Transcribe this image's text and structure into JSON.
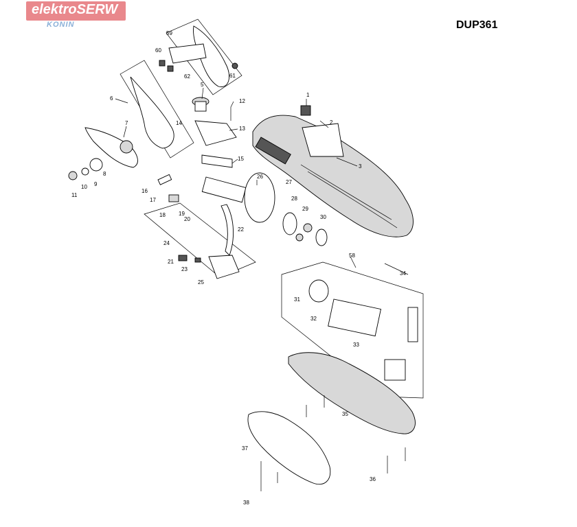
{
  "watermark": {
    "brand": "elektroSERW",
    "city": "KONIN"
  },
  "model": "DUP361",
  "colors": {
    "logo_bg": "#e9888c",
    "logo_sub": "#8ab0d8"
  },
  "parts": [
    {
      "id": "1",
      "label": "1"
    },
    {
      "id": "2",
      "label": "2"
    },
    {
      "id": "3",
      "label": "3"
    },
    {
      "id": "5",
      "label": "5"
    },
    {
      "id": "6",
      "label": "6"
    },
    {
      "id": "7",
      "label": "7"
    },
    {
      "id": "8",
      "label": "8"
    },
    {
      "id": "9",
      "label": "9"
    },
    {
      "id": "10",
      "label": "10"
    },
    {
      "id": "11",
      "label": "11"
    },
    {
      "id": "12",
      "label": "12"
    },
    {
      "id": "13",
      "label": "13"
    },
    {
      "id": "14",
      "label": "14"
    },
    {
      "id": "15",
      "label": "15"
    },
    {
      "id": "16",
      "label": "16"
    },
    {
      "id": "17",
      "label": "17"
    },
    {
      "id": "18",
      "label": "18"
    },
    {
      "id": "19",
      "label": "19"
    },
    {
      "id": "20",
      "label": "20"
    },
    {
      "id": "21",
      "label": "21"
    },
    {
      "id": "22",
      "label": "22"
    },
    {
      "id": "23",
      "label": "23"
    },
    {
      "id": "24",
      "label": "24"
    },
    {
      "id": "25",
      "label": "25"
    },
    {
      "id": "26",
      "label": "26"
    },
    {
      "id": "27",
      "label": "27"
    },
    {
      "id": "28",
      "label": "28"
    },
    {
      "id": "29",
      "label": "29"
    },
    {
      "id": "30",
      "label": "30"
    },
    {
      "id": "31",
      "label": "31"
    },
    {
      "id": "32",
      "label": "32"
    },
    {
      "id": "33",
      "label": "33"
    },
    {
      "id": "34",
      "label": "34"
    },
    {
      "id": "35",
      "label": "35"
    },
    {
      "id": "36",
      "label": "36"
    },
    {
      "id": "37",
      "label": "37"
    },
    {
      "id": "38",
      "label": "38"
    },
    {
      "id": "58",
      "label": "58"
    },
    {
      "id": "59",
      "label": "59"
    },
    {
      "id": "60",
      "label": "60"
    },
    {
      "id": "61",
      "label": "61"
    },
    {
      "id": "62",
      "label": "62"
    }
  ]
}
